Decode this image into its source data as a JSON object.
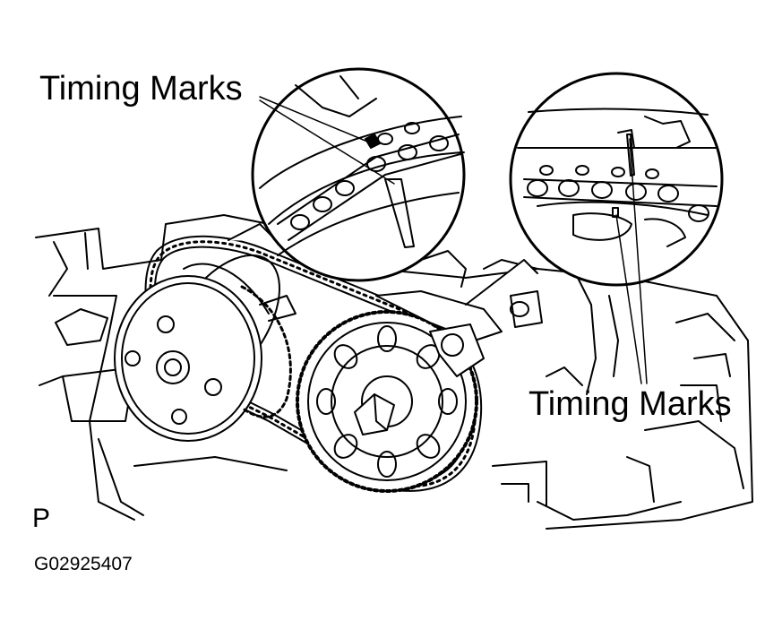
{
  "labels": {
    "timing_marks_top": "Timing Marks",
    "timing_marks_bottom": "Timing Marks",
    "view_letter": "P",
    "figure_code": "G02925407"
  },
  "colors": {
    "ink": "#000000",
    "paper": "#ffffff"
  }
}
